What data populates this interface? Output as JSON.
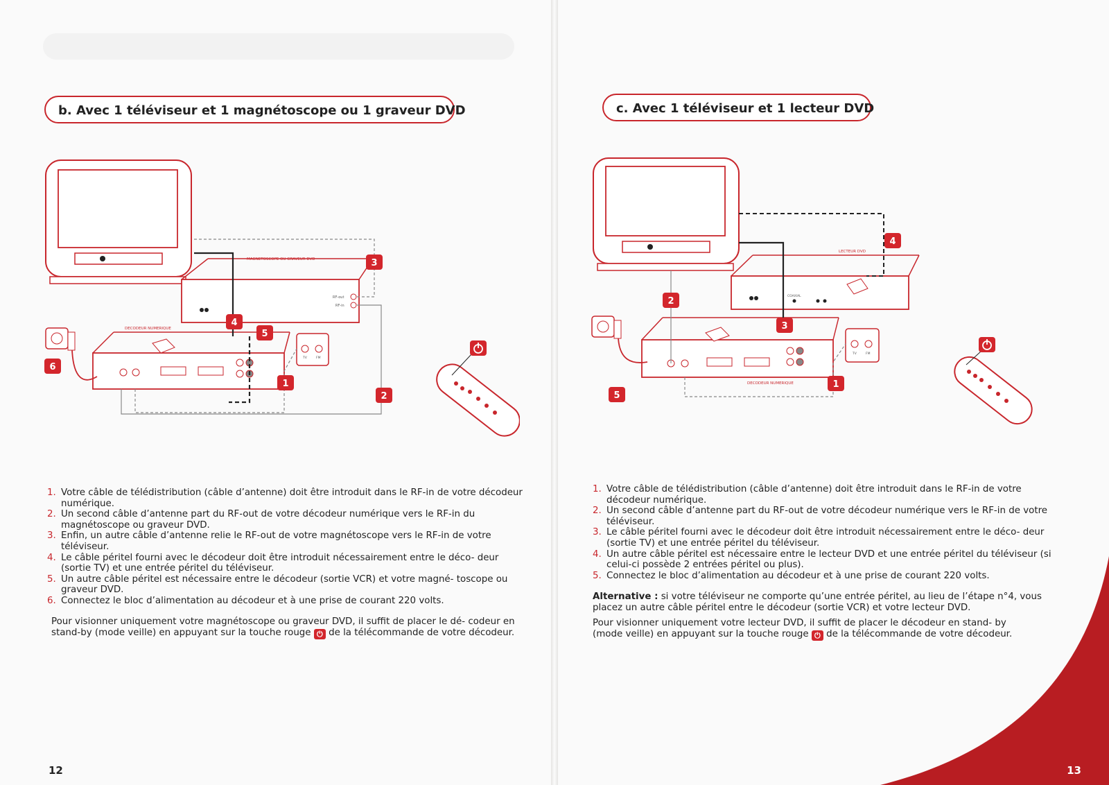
{
  "left_page": {
    "heading": "b. Avec 1 téléviseur et 1 magnétoscope ou 1 graveur DVD",
    "diagram": {
      "recorder_label": "MAGNETOSCOPE OU GRAVEUR DVD",
      "decoder_label": "DECODEUR NUMERIQUE",
      "port_rf_out": "RF-out",
      "port_rf_in": "RF-in",
      "port_tv": "TV",
      "port_fm": "FM",
      "badges": [
        "1",
        "2",
        "3",
        "4",
        "5",
        "6"
      ]
    },
    "steps": [
      {
        "n": "1.",
        "text": "Votre câble de télédistribution (câble d’antenne) doit être introduit dans le RF-in de votre décodeur numérique."
      },
      {
        "n": "2.",
        "text": "Un second câble d’antenne part du RF-out de votre décodeur numérique vers le RF-in du magnétoscope ou graveur DVD."
      },
      {
        "n": "3.",
        "text": "Enfin, un autre câble d’antenne relie le RF-out de votre magnétoscope vers le RF-in de votre téléviseur."
      },
      {
        "n": "4.",
        "text": "Le câble péritel fourni avec le décodeur doit être introduit nécessairement entre le déco- deur (sortie TV) et une entrée péritel du téléviseur."
      },
      {
        "n": "5.",
        "text": "Un autre câble péritel est nécessaire entre le décodeur (sortie VCR) et votre magné- toscope ou graveur DVD."
      },
      {
        "n": "6.",
        "text": "Connectez le bloc d’alimentation au décodeur et à une prise de courant 220 volts."
      }
    ],
    "note_before": "Pour visionner uniquement votre magnétoscope ou graveur DVD, il suffit de placer le dé- codeur en stand-by (mode veille) en appuyant sur la touche rouge",
    "note_after": "de la télécommande de votre décodeur.",
    "page_number": "12"
  },
  "right_page": {
    "heading": "c. Avec 1 téléviseur et 1 lecteur DVD",
    "diagram": {
      "player_label": "LECTEUR DVD",
      "decoder_label": "DECODEUR NUMERIQUE",
      "coaxial_label": "COAXIAL",
      "port_tv": "TV",
      "port_fm": "FM",
      "badges": [
        "1",
        "2",
        "3",
        "4",
        "5"
      ]
    },
    "steps": [
      {
        "n": "1.",
        "text": "Votre câble de télédistribution (câble d’antenne) doit être introduit dans le RF-in de votre décodeur numérique."
      },
      {
        "n": "2.",
        "text": "Un second câble d’antenne part du RF-out de votre décodeur numérique vers le RF-in de votre téléviseur."
      },
      {
        "n": "3.",
        "text": "Le câble péritel fourni avec le décodeur doit être introduit nécessairement entre le déco- deur (sortie TV) et une entrée péritel du téléviseur."
      },
      {
        "n": "4.",
        "text": "Un autre câble péritel est nécessaire entre le lecteur DVD et une entrée péritel du téléviseur (si celui-ci possède 2 entrées péritel ou plus)."
      },
      {
        "n": "5.",
        "text": "Connectez le bloc d’alimentation au décodeur et à une prise de courant 220 volts."
      }
    ],
    "alternative_label": "Alternative :",
    "alternative_text": "si votre téléviseur ne comporte qu’une entrée péritel, au lieu de l’étape n°4, vous placez un autre câble péritel entre le décodeur (sortie VCR) et votre lecteur DVD.",
    "note_before": "Pour visionner uniquement votre lecteur DVD, il suffit de placer le décodeur en stand- by (mode veille) en appuyant sur la touche rouge",
    "note_after": "de la télécommande de votre décodeur.",
    "page_number": "13"
  },
  "colors": {
    "accent": "#c8262c",
    "line": "#222222",
    "corner": "#b81d22"
  },
  "icons": {
    "power": "power-icon",
    "remote": "remote-control-icon",
    "tv": "television-icon",
    "plug": "power-plug-icon"
  }
}
